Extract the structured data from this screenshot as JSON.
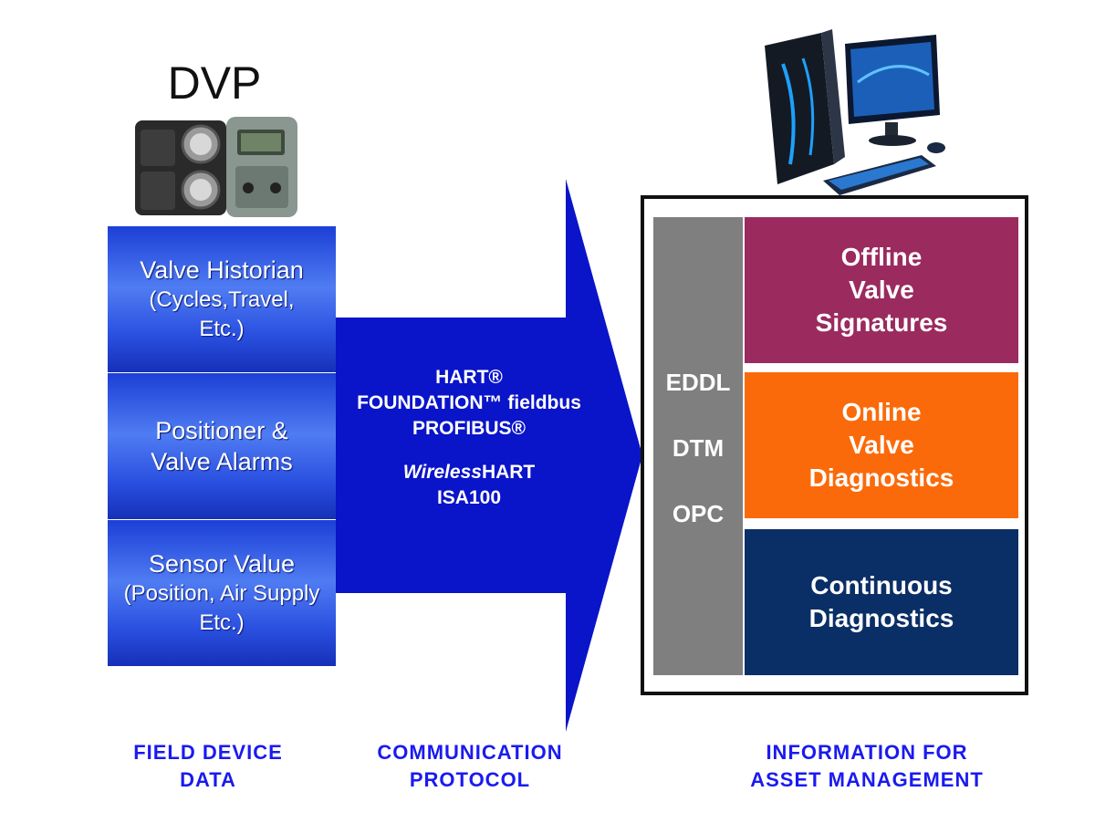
{
  "field_device": {
    "title": "DVP",
    "items": [
      {
        "line1": "Valve Historian",
        "line2": "(Cycles,Travel, Etc.)"
      },
      {
        "line1": "Positioner &",
        "line2": "Valve Alarms"
      },
      {
        "line1": "Sensor Value",
        "line2": "(Position, Air Supply Etc.)"
      }
    ],
    "caption": [
      "FIELD DEVICE",
      "DATA"
    ]
  },
  "protocol": {
    "lines_top": [
      "HART®",
      "FOUNDATION™ fieldbus",
      "PROFIBUS®"
    ],
    "wireless_italic": "Wireless",
    "wireless_rest": "HART",
    "isa": "ISA100",
    "caption": [
      "COMMUNICATION",
      "PROTOCOL"
    ]
  },
  "asset": {
    "side_labels": [
      "EDDL",
      "DTM",
      "OPC"
    ],
    "boxes": [
      {
        "text": [
          "Offline",
          "Valve",
          "Signatures"
        ],
        "color": "#9b2a5f"
      },
      {
        "text": [
          "Online",
          "Valve",
          "Diagnostics"
        ],
        "color": "#fb6a0a"
      },
      {
        "text": [
          "Continuous",
          "Diagnostics"
        ],
        "color": "#0a2e66"
      }
    ],
    "caption": [
      "INFORMATION FOR",
      "ASSET MANAGEMENT"
    ]
  },
  "colors": {
    "arrow": "#0a14c8",
    "caption": "#1a1af0",
    "side_bar": "#7f7f7f"
  }
}
